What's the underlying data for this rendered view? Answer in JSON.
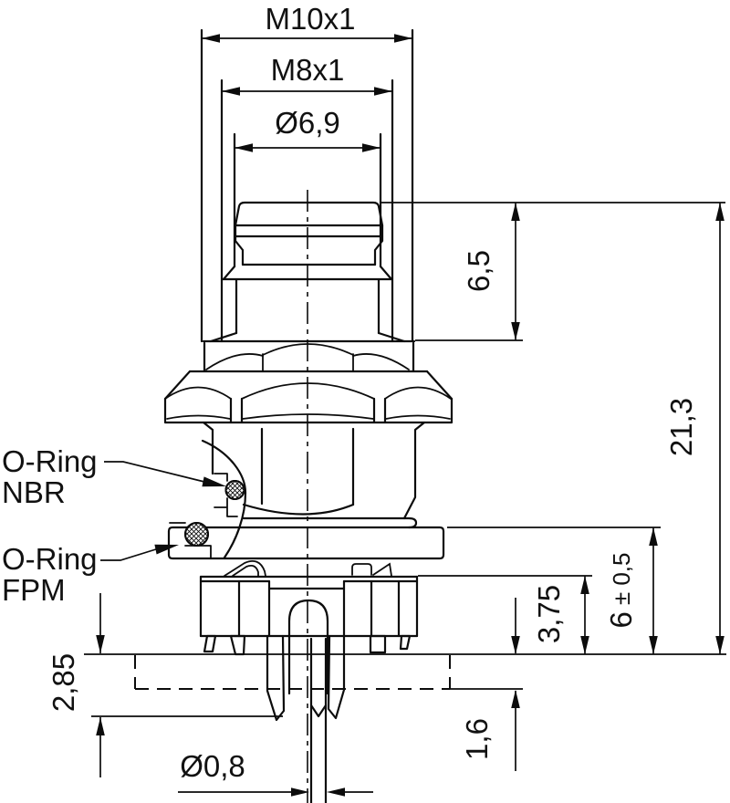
{
  "drawing": {
    "title": "panel-mount connector sectional drawing",
    "colors": {
      "line": "#0c0c0c",
      "background": "#ffffff"
    },
    "dimensions": {
      "thread_outer": "M10x1",
      "thread_inner": "M8x1",
      "diameter_socket": "Ø6,9",
      "height_upper": "6,5",
      "height_total": "21,3",
      "height_block": "3,75",
      "height_flange_value": "6",
      "height_flange_tolerance": "± 0,5",
      "depth_below_panel": "2,85",
      "panel_thickness": "1,6",
      "pin_diameter": "Ø0,8"
    },
    "callouts": {
      "oring1_line1": "O-Ring",
      "oring1_line2": "NBR",
      "oring2_line1": "O-Ring",
      "oring2_line2": "FPM"
    }
  }
}
